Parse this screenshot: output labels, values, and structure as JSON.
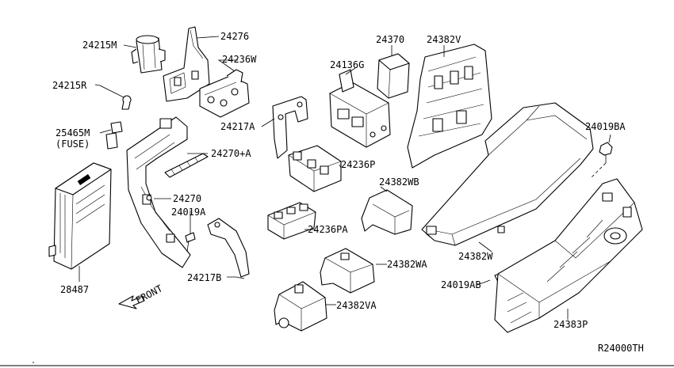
{
  "diagram": {
    "labels": {
      "p24215M": "24215M",
      "p24276": "24276",
      "p24236W": "24236W",
      "p24215R": "24215R",
      "p25465M": "25465M",
      "fuse": "(FUSE)",
      "p24217A": "24217A",
      "p24270A": "24270+A",
      "p24270": "24270",
      "p24019A": "24019A",
      "p24370": "24370",
      "p24382V": "24382V",
      "p24136G": "24136G",
      "p24019BA": "24019BA",
      "p24236P": "24236P",
      "p24382WB": "24382WB",
      "p24236PA": "24236PA",
      "p24382W": "24382W",
      "p24382WA": "24382WA",
      "p24382VA": "24382VA",
      "p28487": "28487",
      "p24217B": "24217B",
      "p24019AB": "24019AB",
      "p24383P": "24383P",
      "front": "FRONT",
      "ref": "R24000TH"
    }
  }
}
